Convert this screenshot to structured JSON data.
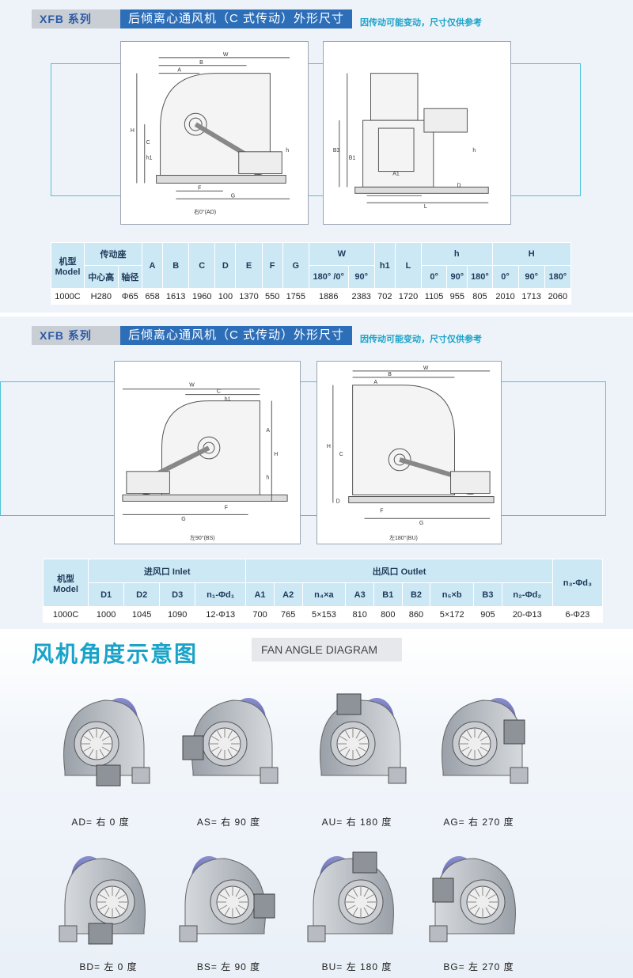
{
  "section1": {
    "series": "XFB 系列",
    "title": "后倾离心通风机（C 式传动）外形尺寸",
    "note": "因传动可能变动，尺寸仅供参考",
    "caption_left": "右0°(AD)",
    "table": {
      "headers": {
        "model": "机型\nModel",
        "drive": "传动座",
        "center_h": "中心高",
        "shaft": "轴径",
        "A": "A",
        "B": "B",
        "C": "C",
        "D": "D",
        "E": "E",
        "F": "F",
        "G": "G",
        "W": "W",
        "W1": "180° /0°",
        "W2": "90°",
        "h1": "h1",
        "L": "L",
        "h": "h",
        "H": "H",
        "h_0": "0°",
        "h_90": "90°",
        "h_180": "180°",
        "H_0": "0°",
        "H_90": "90°",
        "H_180": "180°"
      },
      "row": [
        "1000C",
        "H280",
        "Φ65",
        "658",
        "1613",
        "1960",
        "100",
        "1370",
        "550",
        "1755",
        "1886",
        "2383",
        "702",
        "1720",
        "1105",
        "955",
        "805",
        "2010",
        "1713",
        "2060"
      ]
    }
  },
  "section2": {
    "series": "XFB 系列",
    "title": "后倾离心通风机（C 式传动）外形尺寸",
    "note": "因传动可能变动，尺寸仅供参考",
    "caption_left": "左90°(BS)",
    "caption_right": "左180°(BU)",
    "table": {
      "headers": {
        "model": "机型\nModel",
        "inlet": "进风口 Inlet",
        "outlet": "出风口 Outlet",
        "D1": "D1",
        "D2": "D2",
        "D3": "D3",
        "n1": "n₁-Φd₁",
        "A1": "A1",
        "A2": "A2",
        "n4": "n₄×a",
        "A3": "A3",
        "B1": "B1",
        "B2": "B2",
        "n5": "n₅×b",
        "B3": "B3",
        "n2": "n₂-Φd₂",
        "n3": "n₃-Φd₃"
      },
      "row": [
        "1000C",
        "1000",
        "1045",
        "1090",
        "12-Φ13",
        "700",
        "765",
        "5×153",
        "810",
        "800",
        "860",
        "5×172",
        "905",
        "20-Φ13",
        "6-Φ23"
      ]
    }
  },
  "section3": {
    "title": "风机角度示意图",
    "subtitle": "FAN ANGLE DIAGRAM",
    "fans": [
      {
        "label": "AD= 右 0 度"
      },
      {
        "label": "AS= 右 90 度"
      },
      {
        "label": "AU= 右 180 度"
      },
      {
        "label": "AG= 右 270 度"
      },
      {
        "label": "BD= 左 0 度"
      },
      {
        "label": "BS= 左 90 度"
      },
      {
        "label": "BU= 左 180 度"
      },
      {
        "label": "BG= 左 270 度"
      }
    ]
  },
  "colors": {
    "accent": "#2d6eb9",
    "cyan": "#1aa3c8",
    "header_bg": "#cde8f5",
    "section_bg": "#eef3f9"
  }
}
